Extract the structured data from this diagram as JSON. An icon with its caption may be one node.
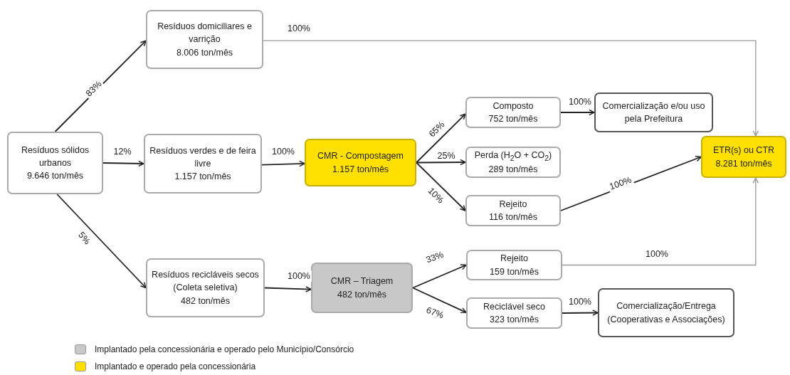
{
  "diagram": {
    "nodes": [
      {
        "text": [
          "Resíduos sólidos urbanos",
          "9.646 ton/mês"
        ]
      },
      {
        "text": [
          "Resíduos domiciliares e varrição",
          "8.006 ton/mês"
        ]
      },
      {
        "text": [
          "Resíduos verdes e de feira livre",
          "1.157 ton/mês"
        ]
      },
      {
        "text": [
          "CMR - Compostagem",
          "1.157 ton/mês"
        ]
      },
      {
        "text": [
          "Composto",
          "752 ton/mês"
        ]
      },
      {
        "text": [
          "Perda (H$_{2}$O + CO$_{2}$)",
          "289 ton/mês"
        ]
      },
      {
        "text": [
          "Rejeito",
          "116 ton/mês"
        ]
      },
      {
        "text": [
          "Comercialização e/ou uso pela Prefeitura"
        ]
      },
      {
        "text": [
          "ETR(s) ou CTR",
          "8.281 ton/mês"
        ]
      },
      {
        "text": [
          "Resíduos recicláveis secos (Coleta seletiva)",
          "482 ton/mês"
        ]
      },
      {
        "text": [
          "CMR – Triagem",
          "482 ton/mês"
        ]
      },
      {
        "text": [
          "Rejeito",
          "159 ton/mês"
        ]
      },
      {
        "text": [
          "Reciclável seco",
          "323 ton/mês"
        ]
      },
      {
        "text": [
          "Comercialização/Entrega (Cooperativas e Associações)"
        ]
      }
    ],
    "edges": [
      {
        "from": 0,
        "to": 1,
        "arrow": "to",
        "label": "83%"
      },
      {
        "from": 0,
        "to": 2,
        "arrow": "to",
        "label": "12%"
      },
      {
        "from": 0,
        "to": 9,
        "arrow": "to",
        "label": "5%"
      },
      {
        "from": 1,
        "to": 8,
        "arrow": "to",
        "label": "100%",
        "color": "#999999"
      },
      {
        "from": 2,
        "to": 3,
        "arrow": "to",
        "label": "100%"
      },
      {
        "from": 3,
        "to": 4,
        "arrow": "to",
        "label": "65%"
      },
      {
        "from": 3,
        "to": 5,
        "arrow": "to",
        "label": "25%"
      },
      {
        "from": 3,
        "to": 6,
        "arrow": "to",
        "label": "10%"
      },
      {
        "from": 4,
        "to": 7,
        "arrow": "to",
        "label": "100%"
      },
      {
        "from": 6,
        "to": 8,
        "arrow": "to",
        "label": "100%"
      },
      {
        "from": 9,
        "to": 10,
        "arrow": "to",
        "label": "100%"
      },
      {
        "from": 10,
        "to": 11,
        "arrow": "to",
        "label": "33%"
      },
      {
        "from": 10,
        "to": 12,
        "arrow": "to",
        "label": "67%"
      },
      {
        "from": 11,
        "to": 8,
        "arrow": "to",
        "label": "100%",
        "color": "#999999"
      },
      {
        "from": 12,
        "to": 13,
        "arrow": "to",
        "label": "100%"
      }
    ],
    "legend": [
      {
        "text": "Implantado pela concessionária e operado pelo Município/Consórcio",
        "color": "#c8c8c8"
      },
      {
        "text": "Implantado e operado pela concessionária",
        "color": "#ffe000"
      }
    ]
  }
}
